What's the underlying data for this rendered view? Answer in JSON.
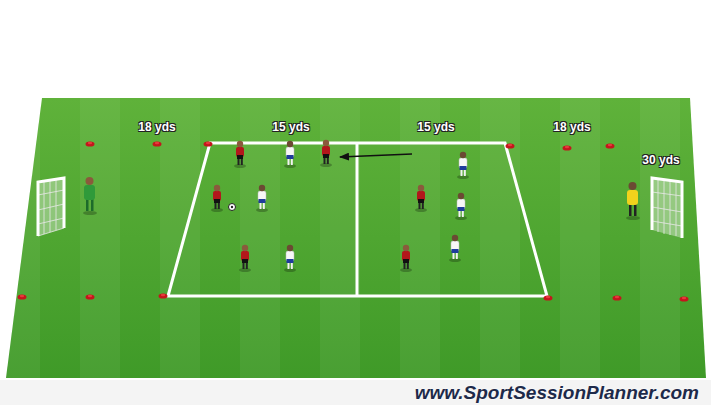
{
  "diagram": {
    "labels": [
      "18 yds",
      "15 yds",
      "15 yds",
      "18 yds",
      "30 yds",
      "www.SportSessionPlanner.com"
    ]
  }
}
